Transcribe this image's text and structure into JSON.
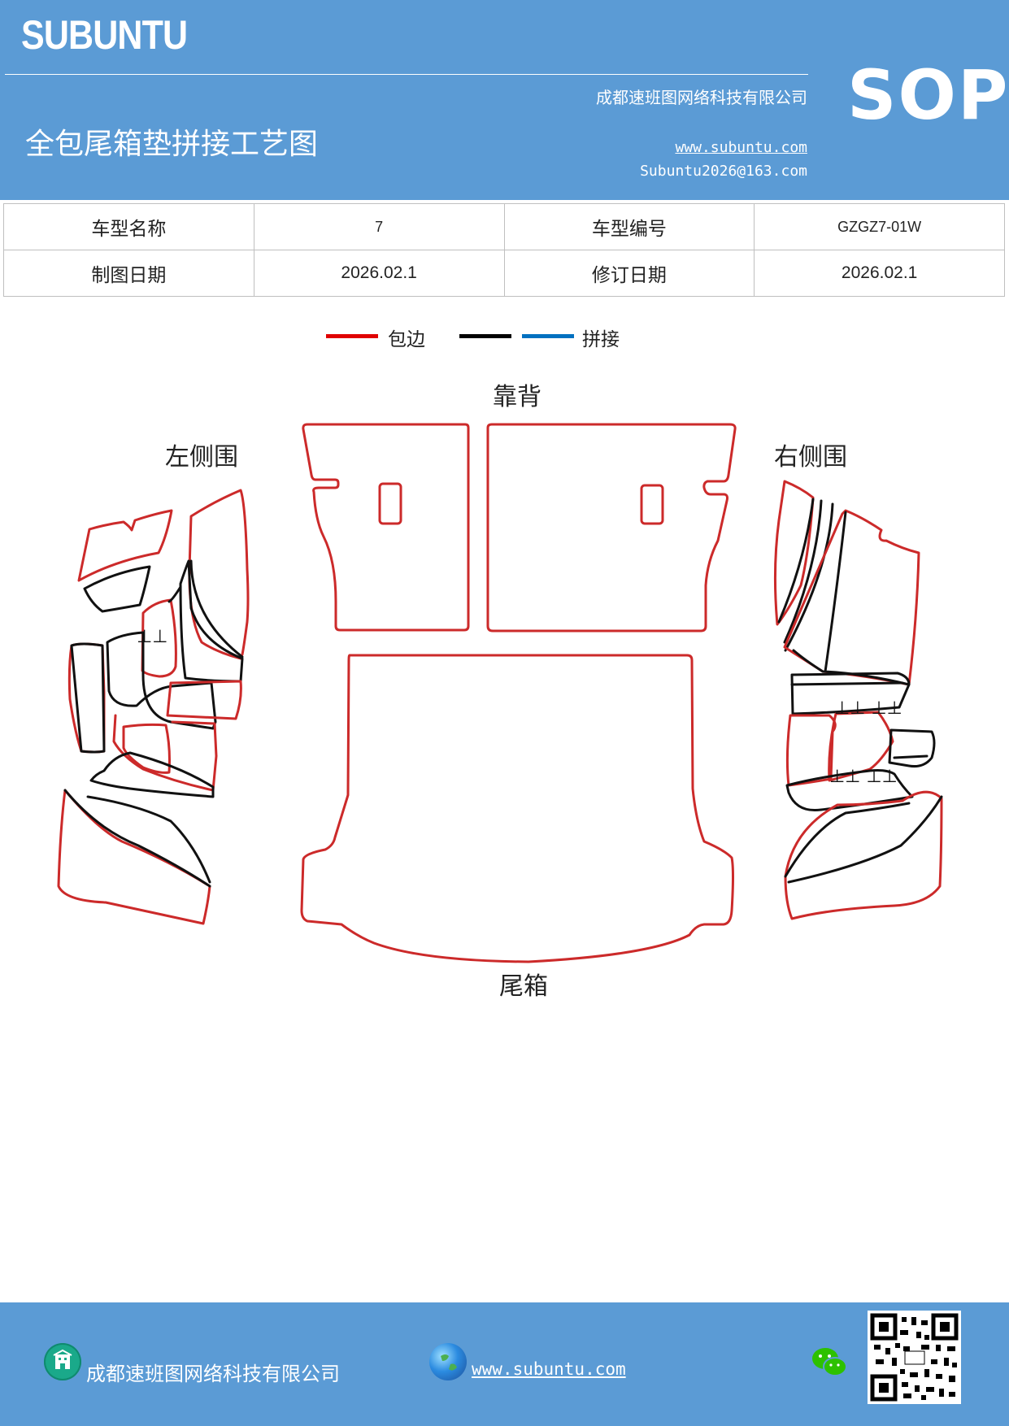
{
  "header": {
    "brand": "SUBUNTU",
    "company": "成都速班图网络科技有限公司",
    "title": "全包尾箱垫拼接工艺图",
    "website": "www.subuntu.com",
    "email": "Subuntu2026@163.com",
    "badge": "SOP"
  },
  "info_table": {
    "rows": [
      [
        "车型名称",
        "7",
        "车型编号",
        "GZGZ7-01W"
      ],
      [
        "制图日期",
        "2026.02.1",
        "修订日期",
        "2026.02.1"
      ]
    ]
  },
  "legend": {
    "items": [
      {
        "label": "包边",
        "color": "#e00000"
      },
      {
        "label": "",
        "color": "#000000"
      },
      {
        "label": "拼接",
        "color": "#0070c0"
      }
    ]
  },
  "diagram": {
    "labels": {
      "backrest": "靠背",
      "left_side": "左侧围",
      "right_side": "右侧围",
      "trunk": "尾箱"
    },
    "colors": {
      "edge": "#cc2a2a",
      "seam": "#111111"
    }
  },
  "footer": {
    "company": "成都速班图网络科技有限公司",
    "website": "www.subuntu.com "
  }
}
